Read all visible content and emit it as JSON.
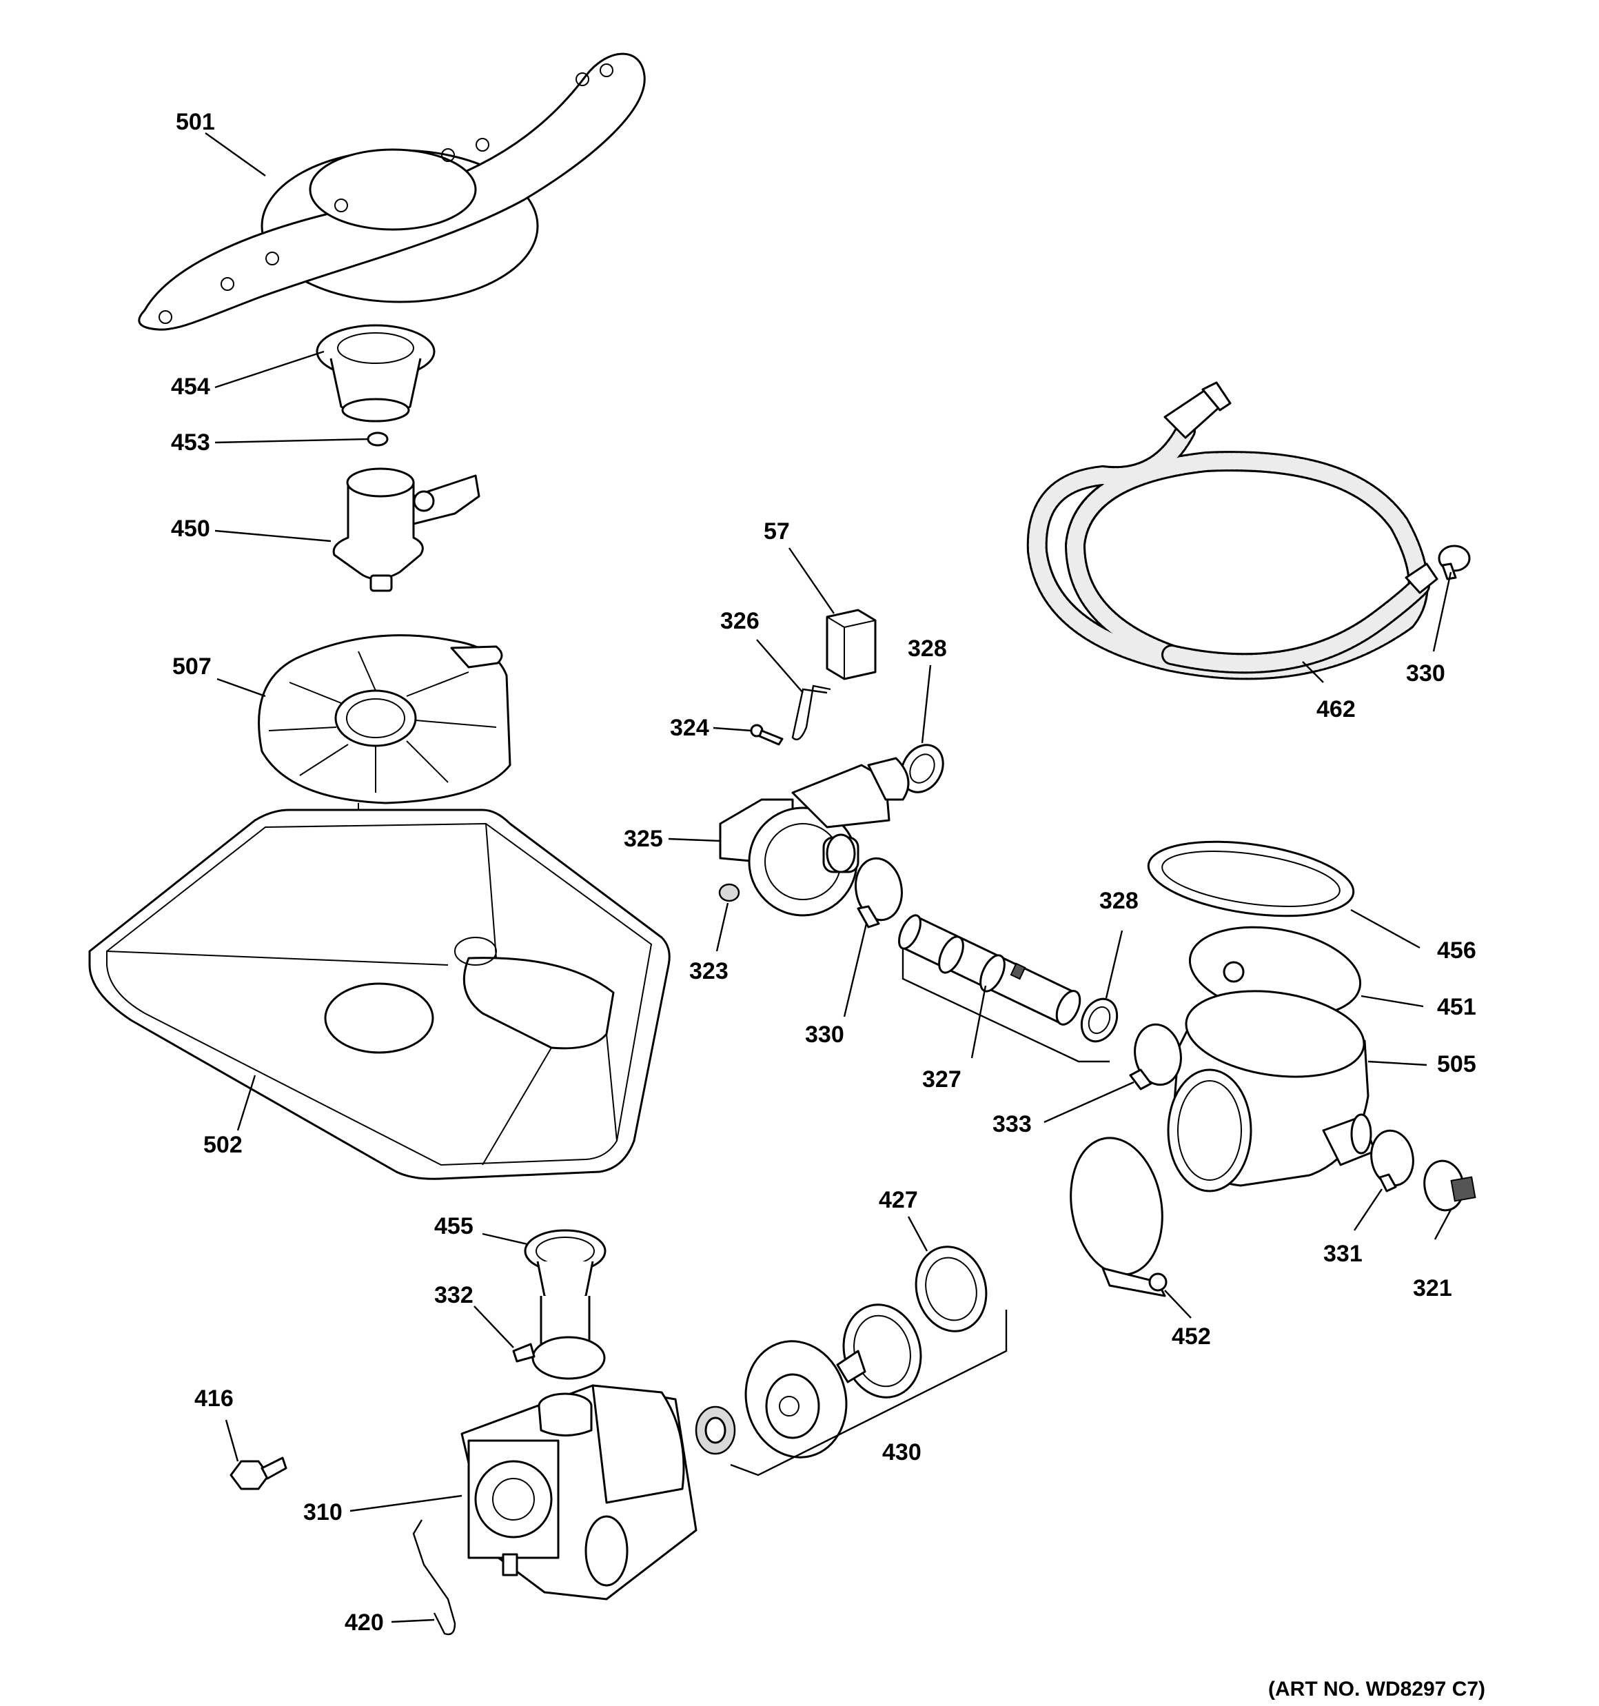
{
  "callouts": [
    {
      "id": "501",
      "label": "501"
    },
    {
      "id": "454",
      "label": "454"
    },
    {
      "id": "453",
      "label": "453"
    },
    {
      "id": "450",
      "label": "450"
    },
    {
      "id": "507",
      "label": "507"
    },
    {
      "id": "502",
      "label": "502"
    },
    {
      "id": "57",
      "label": "57"
    },
    {
      "id": "326",
      "label": "326"
    },
    {
      "id": "328a",
      "label": "328"
    },
    {
      "id": "324",
      "label": "324"
    },
    {
      "id": "325",
      "label": "325"
    },
    {
      "id": "323",
      "label": "323"
    },
    {
      "id": "330a",
      "label": "330"
    },
    {
      "id": "327",
      "label": "327"
    },
    {
      "id": "328b",
      "label": "328"
    },
    {
      "id": "462",
      "label": "462"
    },
    {
      "id": "330b",
      "label": "330"
    },
    {
      "id": "456",
      "label": "456"
    },
    {
      "id": "451",
      "label": "451"
    },
    {
      "id": "505",
      "label": "505"
    },
    {
      "id": "333",
      "label": "333"
    },
    {
      "id": "331",
      "label": "331"
    },
    {
      "id": "321",
      "label": "321"
    },
    {
      "id": "452",
      "label": "452"
    },
    {
      "id": "427",
      "label": "427"
    },
    {
      "id": "455",
      "label": "455"
    },
    {
      "id": "332",
      "label": "332"
    },
    {
      "id": "416",
      "label": "416"
    },
    {
      "id": "430",
      "label": "430"
    },
    {
      "id": "310",
      "label": "310"
    },
    {
      "id": "420",
      "label": "420"
    }
  ],
  "art_number": "(ART NO. WD8297 C7)"
}
